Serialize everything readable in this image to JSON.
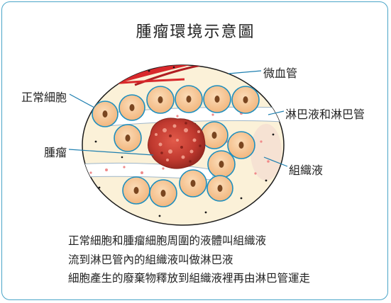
{
  "title": "腫瘤環境示意圖",
  "labels": {
    "normal_cell": "正常細胞",
    "microvessel": "微血管",
    "lymph": "淋巴液和淋巴管",
    "tumor": "腫瘤",
    "tissue_fluid": "組織液"
  },
  "caption": [
    "正常細胞和腫瘤細胞周圍的液體叫組織液",
    "流到淋巴管內的組織液叫做淋巴液",
    "細胞產生的廢棄物釋放到組織液裡再由淋巴管運走"
  ],
  "colors": {
    "frame": "#4aa5c8",
    "cell_fill": "#f6c99a",
    "cell_stroke": "#1e8fbf",
    "nucleus": "#7a4620",
    "vessel": "#d8282b",
    "tumor": "#c8473d",
    "tissue": "#fbf1d8"
  }
}
